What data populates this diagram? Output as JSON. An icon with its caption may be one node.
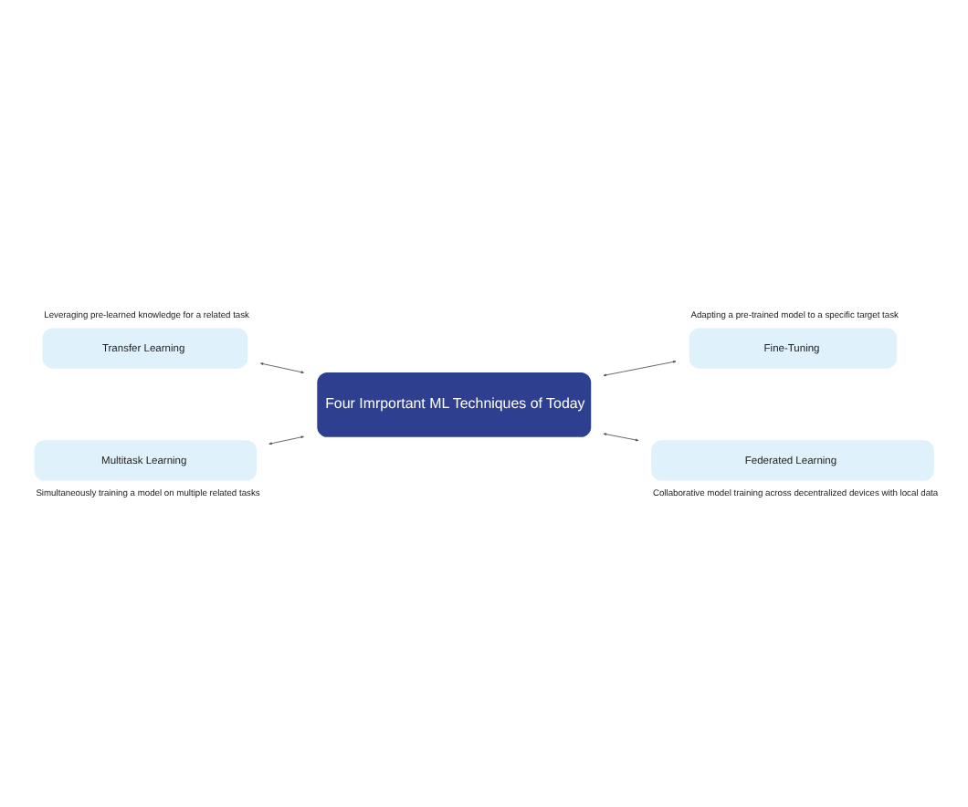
{
  "diagram": {
    "nodes": [
      {
        "text": [
          "Transfer Learning"
        ],
        "beside": [
          "Leveraging pre-learned knowledge for a related task"
        ]
      },
      {
        "text": [
          "Fine-Tuning"
        ],
        "beside": [
          "Adapting a pre-trained model to a specific target task"
        ]
      },
      {
        "text": [
          "Four Imrportant ML Techniques of Today"
        ]
      },
      {
        "text": [
          "Multitask Learning"
        ],
        "beside": [
          "Simultaneously training a model on multiple related tasks"
        ]
      },
      {
        "text": [
          "Federated Learning"
        ],
        "beside": [
          "Collaborative model training across decentralized devices with local data"
        ]
      }
    ],
    "edges": [
      {
        "from": 0,
        "to": 2,
        "arrow": "both"
      },
      {
        "from": 3,
        "to": 2,
        "arrow": "both"
      },
      {
        "from": 2,
        "to": 1,
        "arrow": "both"
      },
      {
        "from": 2,
        "to": 4,
        "arrow": "both"
      }
    ]
  }
}
